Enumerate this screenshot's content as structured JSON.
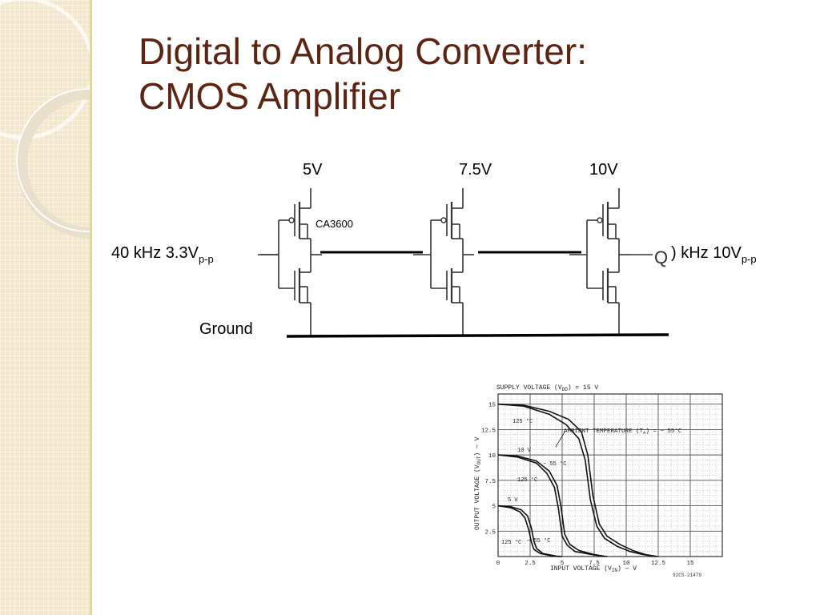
{
  "slide": {
    "title_line1": "Digital to Analog Converter:",
    "title_line2": "CMOS Amplifier"
  },
  "circuit": {
    "supply_labels": [
      "5V",
      "7.5V",
      "10V"
    ],
    "part_label": "CA3600",
    "input_label_main": "40 kHz 3.3V",
    "input_label_sub": "p-p",
    "output_node": "Q",
    "output_label_main": ") kHz 10V",
    "output_label_sub": "p-p",
    "ground_label": "Ground"
  },
  "graph": {
    "title": "SUPPLY VOLTAGE (V",
    "title_sub": "DD",
    "title_end": ") = 15 V",
    "y_axis_label": "OUTPUT VOLTAGE (V",
    "y_axis_sub": "OUT",
    "y_axis_end": ") — V",
    "x_axis_label": "INPUT VOLTAGE (V",
    "x_axis_sub": "IN",
    "x_axis_end": ") — V",
    "y_ticks": [
      "15",
      "12.5",
      "10",
      "7.5",
      "5",
      "2.5"
    ],
    "x_ticks": [
      "0",
      "2.5",
      "5",
      "7.5",
      "10",
      "12.5",
      "15"
    ],
    "annot_ambient": "AMBIENT TEMPERATURE (T",
    "annot_ambient_sub": "A",
    "annot_ambient_end": ") = − 55°C",
    "annot_125_top": "125 °C",
    "annot_10v": "10 V",
    "annot_m55_mid": "− 55 °C",
    "annot_125_mid": "125 °C",
    "annot_5v": "5 V",
    "annot_125_low": "125 °C",
    "annot_m55_low": "− 55 °C",
    "code": "92CS-21479"
  },
  "chart_data": {
    "type": "line",
    "title": "SUPPLY VOLTAGE (VDD) = 15 V",
    "xlabel": "INPUT VOLTAGE (VIN) — V",
    "ylabel": "OUTPUT VOLTAGE (VOUT) — V",
    "xlim": [
      0,
      17.5
    ],
    "ylim": [
      0,
      16
    ],
    "grid": true,
    "series": [
      {
        "name": "15 V, − 55 °C",
        "x": [
          0,
          2,
          4,
          5.5,
          6.5,
          7.0,
          7.4,
          7.9,
          8.5,
          9.5,
          10.5,
          11.5,
          12.5
        ],
        "y": [
          15,
          14.9,
          14.3,
          13.5,
          12.3,
          10,
          6,
          3.2,
          2.0,
          1.2,
          0.6,
          0.2,
          0
        ]
      },
      {
        "name": "15 V, 125 °C",
        "x": [
          0,
          2,
          4,
          5.3,
          6.3,
          6.8,
          7.2,
          7.7,
          8.3,
          9.3,
          10.3,
          11.3,
          12.3
        ],
        "y": [
          15,
          14.8,
          14.0,
          13.0,
          11.6,
          9.5,
          5.6,
          3.0,
          1.8,
          1.0,
          0.5,
          0.2,
          0
        ]
      },
      {
        "name": "10 V, − 55 °C",
        "x": [
          0,
          1.5,
          3,
          4.0,
          4.6,
          4.9,
          5.2,
          5.6,
          6.3,
          7.5,
          8.5
        ],
        "y": [
          10,
          9.9,
          9.4,
          8.4,
          7.0,
          5,
          2.2,
          1.2,
          0.6,
          0.2,
          0
        ]
      },
      {
        "name": "10 V, 125 °C",
        "x": [
          0,
          1.5,
          3,
          3.8,
          4.4,
          4.7,
          5.0,
          5.4,
          6.0,
          7.3,
          8.3
        ],
        "y": [
          10,
          9.8,
          9.2,
          8.2,
          6.8,
          4.8,
          2.0,
          1.1,
          0.5,
          0.2,
          0
        ]
      },
      {
        "name": "5 V, − 55 °C",
        "x": [
          0,
          1.0,
          1.8,
          2.3,
          2.6,
          2.8,
          3.0,
          3.5,
          4.5,
          5.0
        ],
        "y": [
          5,
          4.9,
          4.6,
          4.0,
          2.8,
          1.5,
          0.8,
          0.3,
          0.05,
          0
        ]
      },
      {
        "name": "5 V, 125 °C",
        "x": [
          0,
          1.0,
          1.7,
          2.1,
          2.4,
          2.6,
          2.8,
          3.3,
          4.3,
          4.8
        ],
        "y": [
          5,
          4.8,
          4.4,
          3.8,
          2.6,
          1.4,
          0.7,
          0.3,
          0.05,
          0
        ]
      }
    ]
  }
}
